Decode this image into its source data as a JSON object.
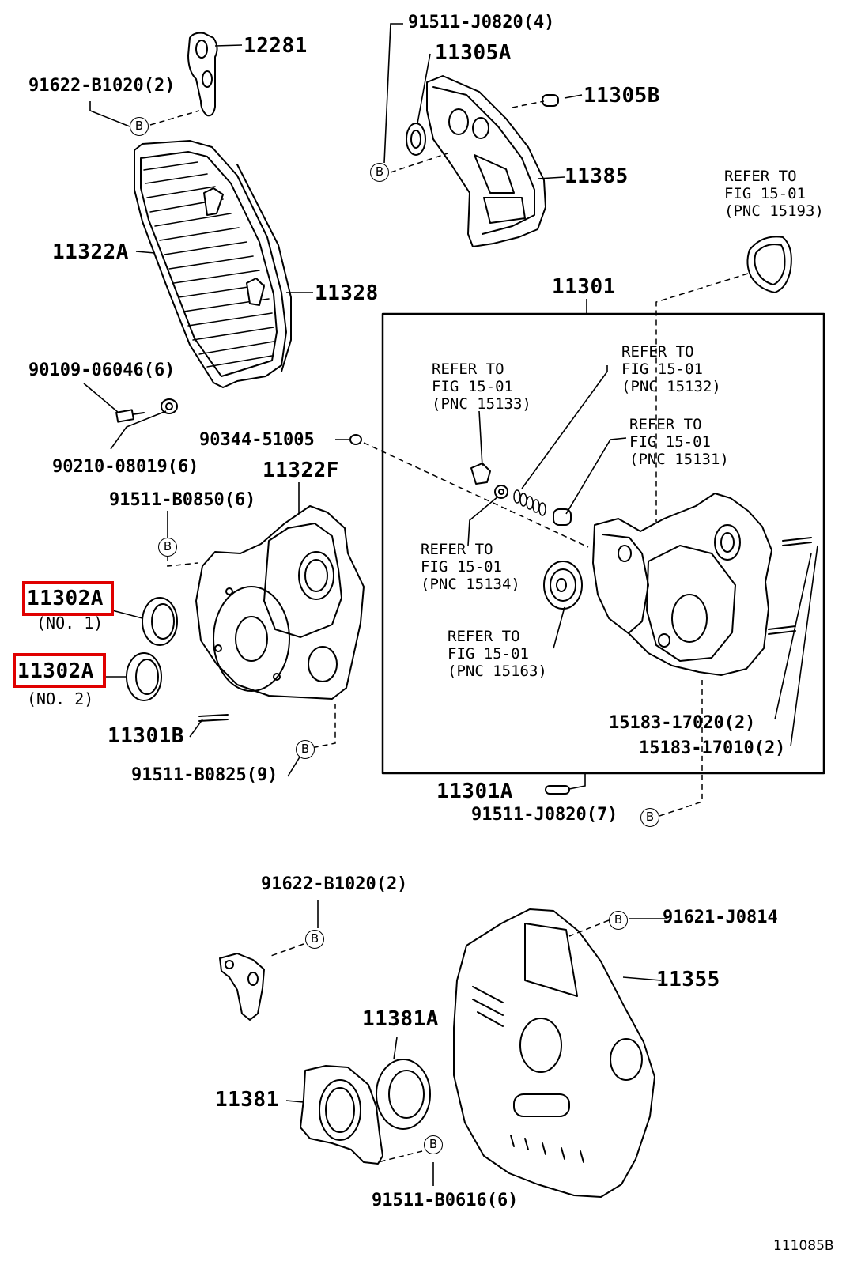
{
  "diagram_code": "111085B",
  "highlighted_parts": [
    "11302A_no1",
    "11302A_no2"
  ],
  "highlight_color": "#e00000",
  "callouts": {
    "p12281": "12281",
    "p91622_top": "91622-B1020(2)",
    "p11322A": "11322A",
    "p11328": "11328",
    "p90109": "90109-06046(6)",
    "p90210": "90210-08019(6)",
    "p90344": "90344-51005",
    "p11322F": "11322F",
    "p91511_B0850": "91511-B0850(6)",
    "p11302A_no1": "11302A",
    "p11302A_no1_sub": "(NO. 1)",
    "p11302A_no2": "11302A",
    "p11302A_no2_sub": "(NO. 2)",
    "p11301B": "11301B",
    "p91511_B0825": "91511-B0825(9)",
    "p91511_J0820_4": "91511-J0820(4)",
    "p11305A": "11305A",
    "p11305B": "11305B",
    "p11385": "11385",
    "p11301": "11301",
    "p15183_17020": "15183-17020(2)",
    "p15183_17010": "15183-17010(2)",
    "p11301A": "11301A",
    "p91511_J0820_7": "91511-J0820(7)",
    "p91622_bottom": "91622-B1020(2)",
    "p91621": "91621-J0814",
    "p11355": "11355",
    "p11381A": "11381A",
    "p11381": "11381",
    "p91511_B0616": "91511-B0616(6)"
  },
  "references": {
    "ref_15193": [
      "REFER TO",
      "FIG 15-01",
      "(PNC 15193)"
    ],
    "ref_15132": [
      "REFER TO",
      "FIG 15-01",
      "(PNC 15132)"
    ],
    "ref_15133": [
      "REFER TO",
      "FIG 15-01",
      "(PNC 15133)"
    ],
    "ref_15131": [
      "REFER TO",
      "FIG 15-01",
      "(PNC 15131)"
    ],
    "ref_15134": [
      "REFER TO",
      "FIG 15-01",
      "(PNC 15134)"
    ],
    "ref_15163": [
      "REFER TO",
      "FIG 15-01",
      "(PNC 15163)"
    ]
  },
  "marker_letter": "B"
}
